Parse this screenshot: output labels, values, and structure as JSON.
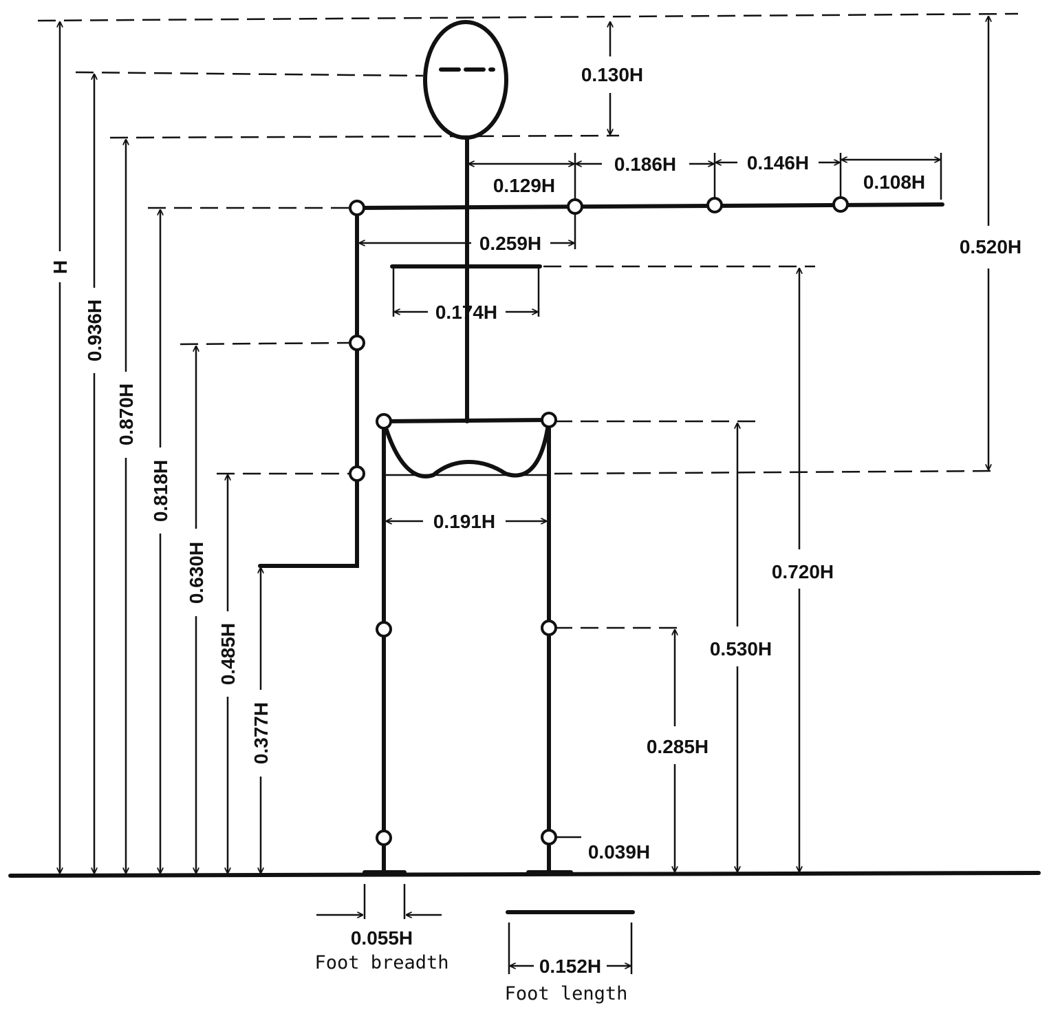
{
  "labels": {
    "height": "H",
    "v_0936": "0.936H",
    "v_0870": "0.870H",
    "v_0818": "0.818H",
    "v_0630": "0.630H",
    "v_0485": "0.485H",
    "v_0377": "0.377H",
    "head_0130": "0.130H",
    "arm_0129": "0.129H",
    "arm_0186": "0.186H",
    "arm_0146": "0.146H",
    "arm_0108": "0.108H",
    "shoulder_0259": "0.259H",
    "chest_0174": "0.174H",
    "v_0520": "0.520H",
    "v_0720": "0.720H",
    "hip_0191": "0.191H",
    "v_0530": "0.530H",
    "v_0285": "0.285H",
    "ankle_0039": "0.039H",
    "foot_breadth_value": "0.055H",
    "foot_breadth_caption": "Foot breadth",
    "foot_length_value": "0.152H",
    "foot_length_caption": "Foot length"
  }
}
